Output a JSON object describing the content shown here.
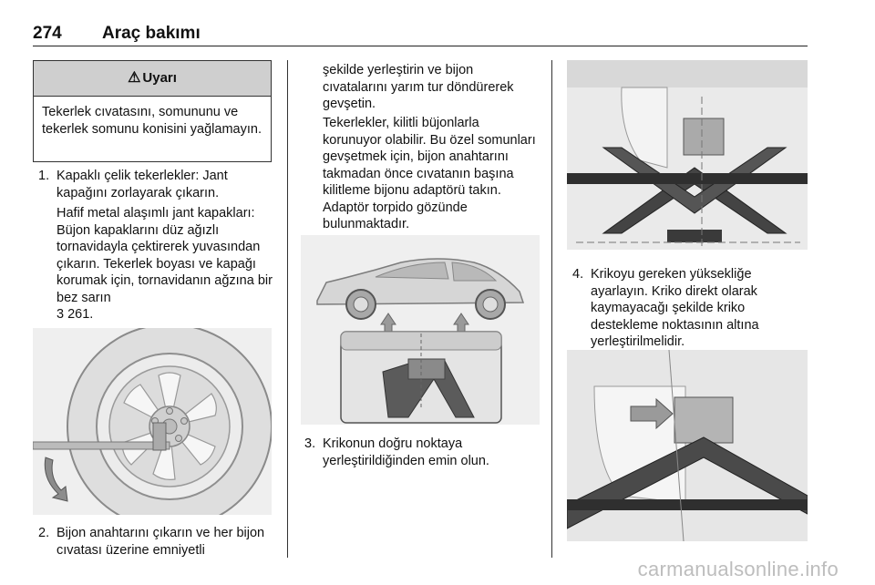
{
  "header": {
    "page_number": "274",
    "title": "Araç bakımı"
  },
  "warning": {
    "icon": "warning-triangle-icon",
    "title": "Uyarı",
    "body": "Tekerlek cıvatasını, somununu ve tekerlek somunu konisini yağlamayın."
  },
  "col1": {
    "step1_num": "1.",
    "step1_text": "Kapaklı çelik tekerlekler: Jant kapağını zorlayarak çıkarın.",
    "step1_para": "Hafif metal alaşımlı jant kapakları: Büjon kapaklarını düz ağızlı tornavidayla çektirerek yuvasından çıkarın. Tekerlek boyası ve kapağı korumak için, tornavidanın ağzına bir bez sarın",
    "step1_ref_icon": "3",
    "step1_ref": "261.",
    "step2_num": "2.",
    "step2_text": "Bijon anahtarını çıkarın ve her bijon cıvatası üzerine emniyetli"
  },
  "col2": {
    "cont_text": "şekilde yerleştirin ve bijon cıvatalarını yarım tur döndürerek gevşetin.",
    "para2": "Tekerlekler, kilitli büjonlarla korunuyor olabilir. Bu özel somunları gevşetmek için, bijon anahtarını takmadan önce cıvatanın başına kilitleme bijonu adaptörü takın. Adaptör torpido gözünde bulunmaktadır.",
    "step3_num": "3.",
    "step3_text": "Krikonun doğru noktaya yerleştirildiğinden emin olun."
  },
  "col3": {
    "step4_num": "4.",
    "step4_text": "Krikoyu gereken yüksekliğe ayarlayın. Kriko direkt olarak kaymayacağı şekilde kriko destekleme noktasının altına yerleştirilmelidir."
  },
  "footer": {
    "watermark": "carmanualsonline.info"
  }
}
